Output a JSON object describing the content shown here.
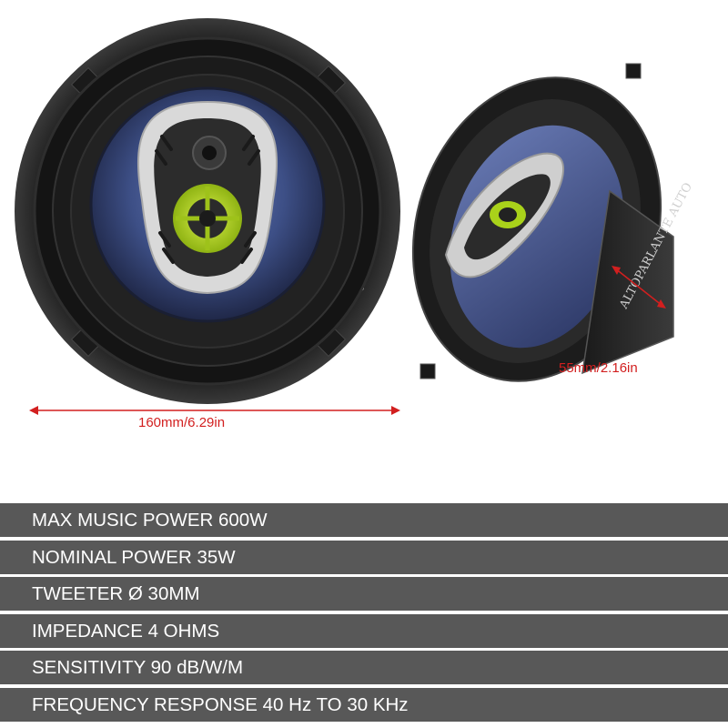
{
  "dimensions": {
    "width_label": "160mm/6.29in",
    "depth_label": "55mm/2.16in"
  },
  "specs": [
    "MAX MUSIC POWER 600W",
    "NOMINAL POWER 35W",
    "TWEETER  Ø 30MM",
    "IMPEDANCE 4 OHMS",
    "SENSITIVITY 90 dB/W/M",
    "FREQUENCY RESPONSE 40 Hz TO 30 KHz"
  ],
  "magnet_text": "ALTOPARLANTE AUTO",
  "colors": {
    "spec_background": "#585858",
    "dimension_red": "#d21f1f",
    "cone_blue": "#3d4f86",
    "accent_green": "#b5d61c"
  }
}
